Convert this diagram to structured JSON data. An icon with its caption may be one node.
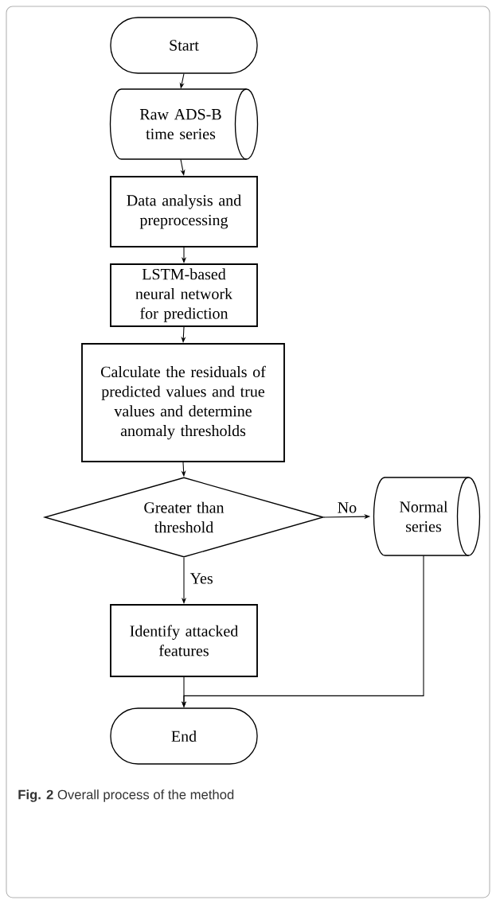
{
  "diagram": {
    "caption": "**Fig. 2** Overall process of the method",
    "nodes": [
      {
        "text": [
          "Start"
        ]
      },
      {
        "text": [
          "Raw ADS-B time series"
        ]
      },
      {
        "text": [
          "Data analysis and preprocessing"
        ]
      },
      {
        "text": [
          "LSTM-based neural network for prediction"
        ]
      },
      {
        "text": [
          "Calculate the residuals of predicted values and true values and determine anomaly thresholds"
        ]
      },
      {
        "text": [
          "Greater than threshold"
        ]
      },
      {
        "text": [
          "Normal series"
        ]
      },
      {
        "text": [
          "Identify attacked features"
        ]
      },
      {
        "text": [
          "End"
        ]
      }
    ],
    "edges": [
      {
        "from": 0,
        "to": 1,
        "arrow": "to"
      },
      {
        "from": 1,
        "to": 2,
        "arrow": "to"
      },
      {
        "from": 2,
        "to": 3,
        "arrow": "to"
      },
      {
        "from": 3,
        "to": 4,
        "arrow": "to"
      },
      {
        "from": 4,
        "to": 5,
        "arrow": "to"
      },
      {
        "from": 5,
        "to": 6,
        "label": "No",
        "arrow": "to"
      },
      {
        "from": 5,
        "to": 7,
        "label": "Yes",
        "arrow": "to"
      },
      {
        "from": 7,
        "to": 8,
        "arrow": "to"
      },
      {
        "from": 6,
        "to": 8,
        "arrow": "to"
      }
    ]
  }
}
